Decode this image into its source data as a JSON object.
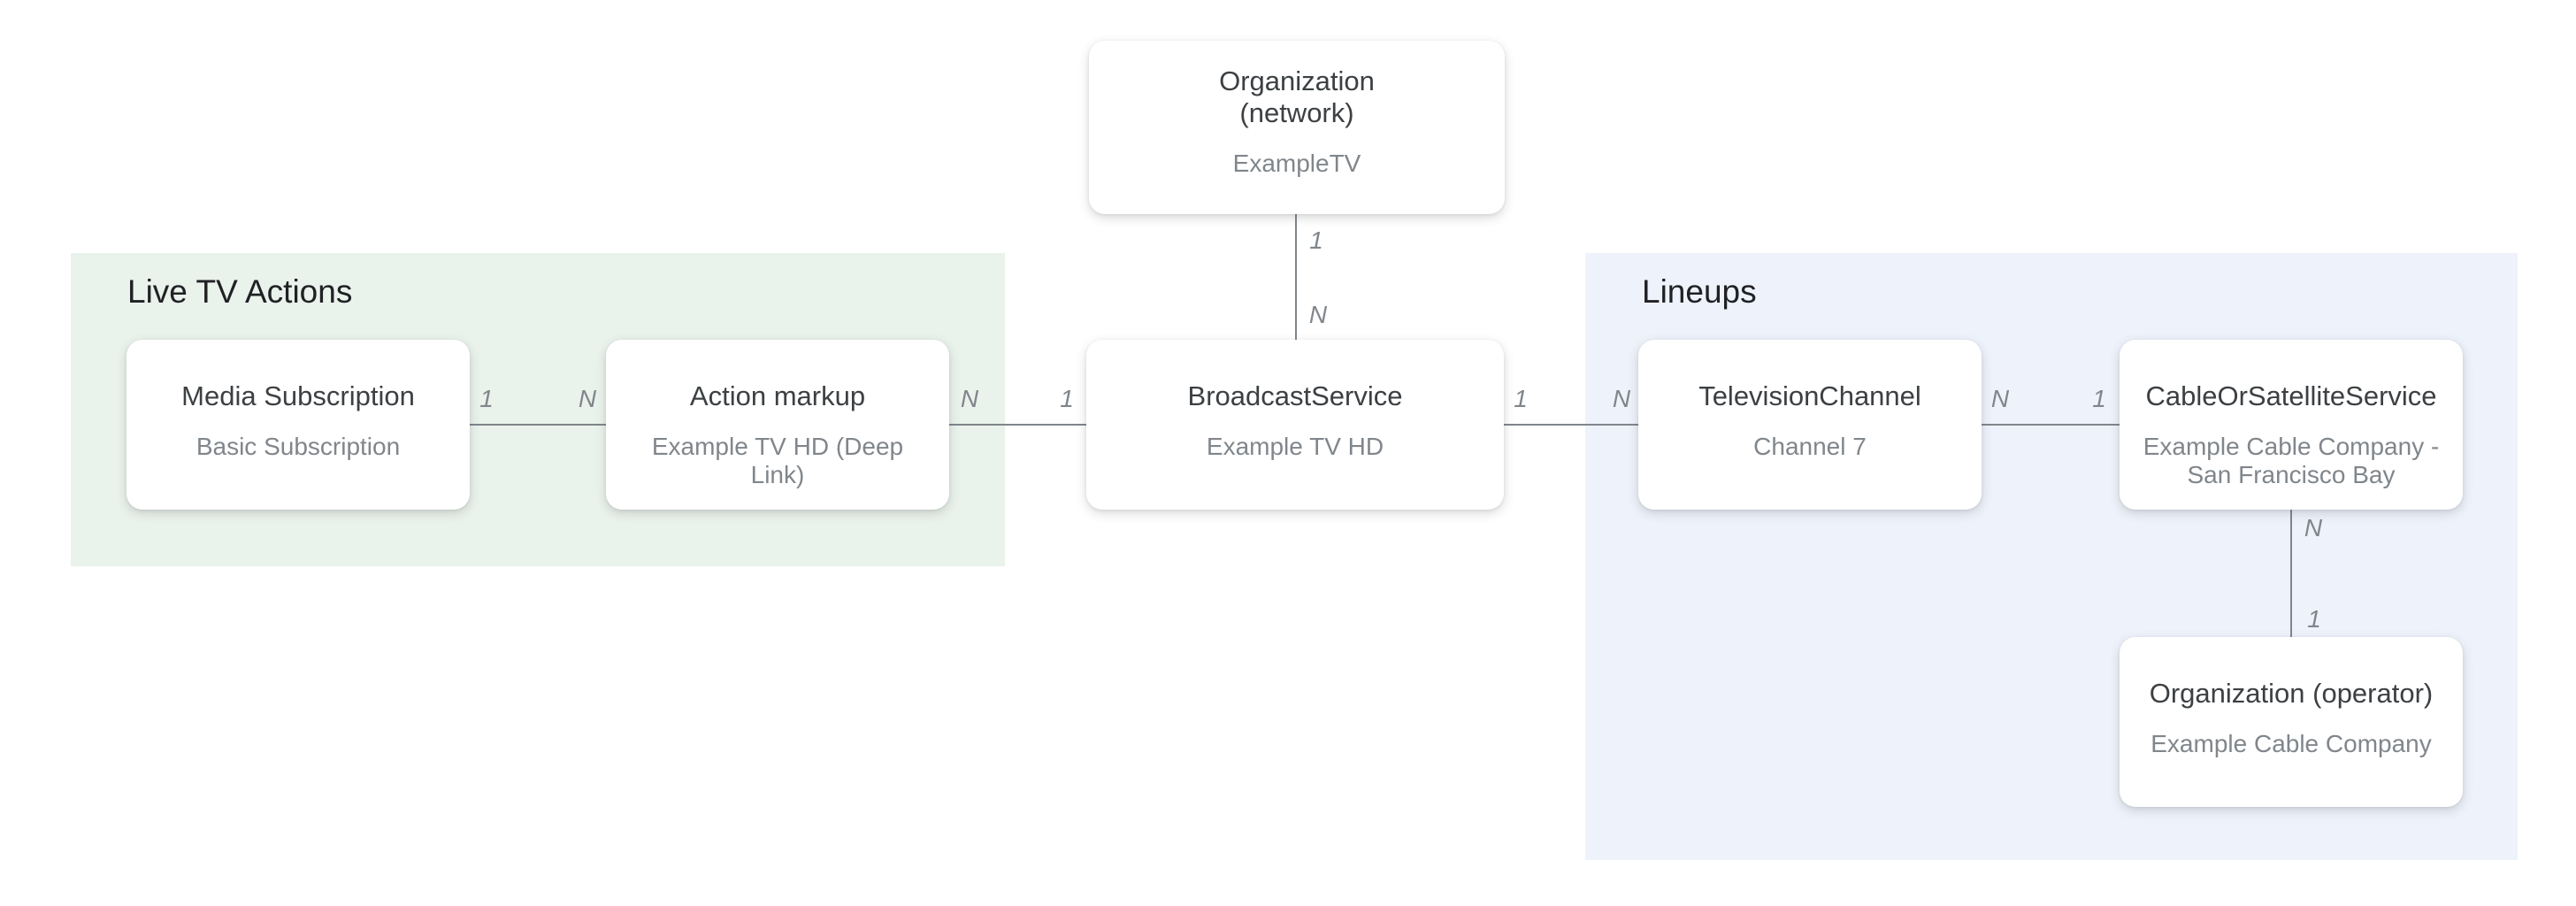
{
  "diagram": {
    "description": "Entity relationship diagram for Live TV schema markup",
    "groups": [
      {
        "id": "live-tv-actions",
        "label": "Live TV Actions",
        "bg": "#eaf2ec"
      },
      {
        "id": "lineups",
        "label": "Lineups",
        "bg": "#eef2fb"
      }
    ],
    "nodes": [
      {
        "id": "org-network",
        "title": "Organization (network)",
        "subtitle": "ExampleTV"
      },
      {
        "id": "media-subscription",
        "title": "Media Subscription",
        "subtitle": "Basic Subscription"
      },
      {
        "id": "action-markup",
        "title": "Action markup",
        "subtitle": "Example TV HD (Deep Link)"
      },
      {
        "id": "broadcast-service",
        "title": "BroadcastService",
        "subtitle": "Example TV HD"
      },
      {
        "id": "television-channel",
        "title": "TelevisionChannel",
        "subtitle": "Channel 7"
      },
      {
        "id": "cable-or-satellite-service",
        "title": "CableOrSatelliteService",
        "subtitle": "Example Cable Company - San Francisco Bay"
      },
      {
        "id": "org-operator",
        "title": "Organization (operator)",
        "subtitle": "Example Cable Company"
      }
    ],
    "edges": [
      {
        "from": "media-subscription",
        "to": "action-markup",
        "cards": [
          "1",
          "N"
        ]
      },
      {
        "from": "action-markup",
        "to": "broadcast-service",
        "cards": [
          "N",
          "1"
        ]
      },
      {
        "from": "org-network",
        "to": "broadcast-service",
        "cards": [
          "1",
          "N"
        ]
      },
      {
        "from": "broadcast-service",
        "to": "television-channel",
        "cards": [
          "1",
          "N"
        ]
      },
      {
        "from": "television-channel",
        "to": "cable-or-satellite-service",
        "cards": [
          "N",
          "1"
        ]
      },
      {
        "from": "cable-or-satellite-service",
        "to": "org-operator",
        "cards": [
          "N",
          "1"
        ]
      }
    ],
    "colors": {
      "page_bg": "#ffffff",
      "group_live_tv_bg": "#eaf2ec",
      "group_lineups_bg": "#eef2fb",
      "card_bg": "#ffffff",
      "line": "#80868b",
      "section_title_text": "#202124",
      "node_title_text": "#3c4043",
      "node_subtitle_text": "#80868b",
      "cardinality_text": "#80868b"
    }
  }
}
